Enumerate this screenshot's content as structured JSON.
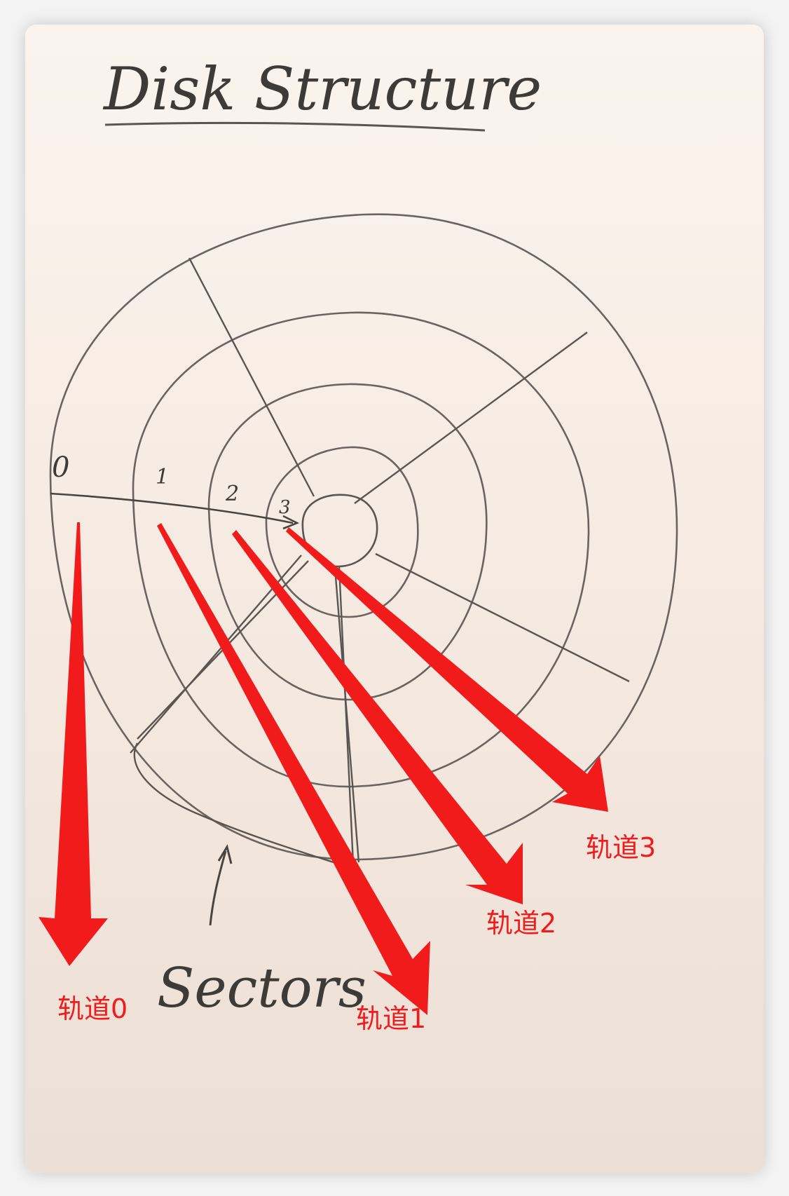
{
  "title": "Disk Structure",
  "sectors_caption": "Sectors",
  "track_numbers": [
    "0",
    "1",
    "2",
    "3"
  ],
  "track_labels": [
    "轨道0",
    "轨道1",
    "轨道2",
    "轨道3"
  ],
  "colors": {
    "sketch_ink": "#5b5552",
    "annotation_red": "#f21b1b",
    "paper": "#f7ece3"
  }
}
